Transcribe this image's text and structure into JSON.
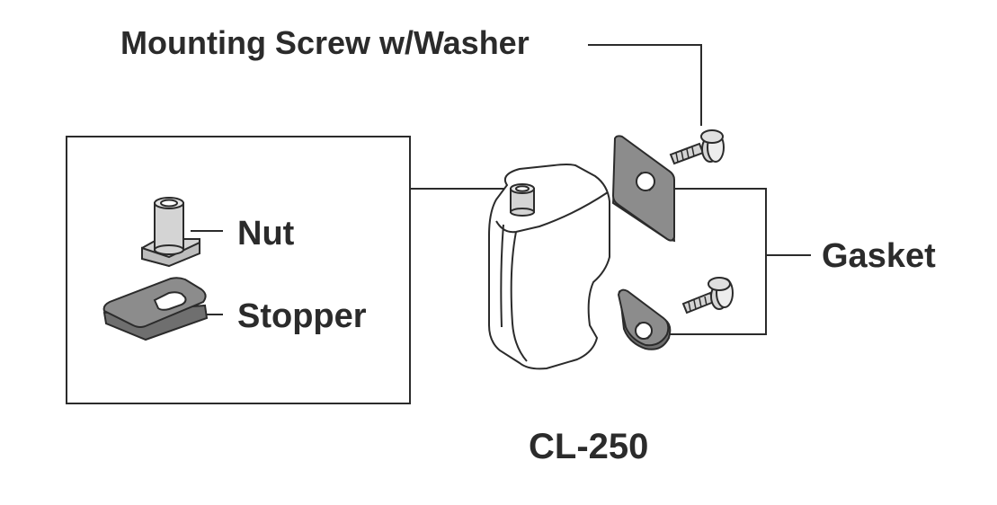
{
  "labels": {
    "mounting_screw": "Mounting Screw w/Washer",
    "nut": "Nut",
    "stopper": "Stopper",
    "gasket": "Gasket",
    "model": "CL-250"
  },
  "colors": {
    "line": "#2b2b2b",
    "gray_part": "#8c8c8c",
    "light_gray": "#d4d4d4",
    "white": "#ffffff"
  },
  "icons": [
    "nut-icon",
    "stopper-icon",
    "handle-body-icon",
    "gasket-square-icon",
    "gasket-round-icon",
    "screw-icon"
  ]
}
